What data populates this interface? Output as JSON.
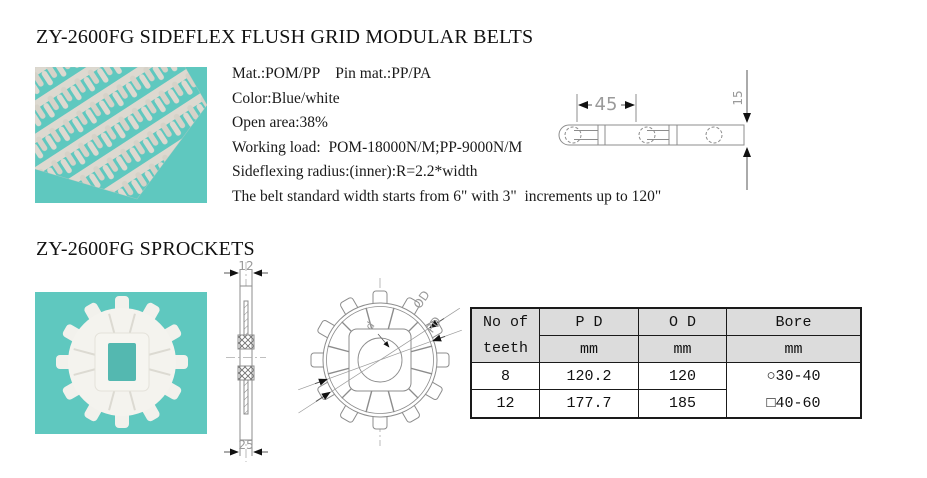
{
  "colors": {
    "page_bg": "#ffffff",
    "teal": "#5fc8bf",
    "table_header_bg": "#dcdcdc",
    "drawing_line": "#8c8c8c",
    "text": "#1a1a1a"
  },
  "belts": {
    "title": "ZY-2600FG SIDEFLEX FLUSH GRID MODULAR BELTS",
    "specs": [
      "Mat.:POM/PP    Pin mat.:PP/PA",
      "Color:Blue/white",
      "Open area:38%",
      "Working load:  POM-18000N/M;PP-9000N/M",
      "Sideflexing radius:(inner):R=2.2*width",
      "The belt standard width starts from 6\" with 3\"  increments up to 120\""
    ],
    "drawing": {
      "pitch_dim": "45",
      "thickness_dim": "15"
    }
  },
  "sprockets": {
    "title": "ZY-2600FG SPROCKETS",
    "side_drawing": {
      "top_dim": "12",
      "bottom_dim": "25"
    },
    "front_drawing": {
      "od_label": "OD",
      "pd_label": "PD",
      "bore_label": "d"
    },
    "table": {
      "col1_line1": "No of",
      "col1_line2": "teeth",
      "pd_header": "P D",
      "od_header": "O D",
      "bore_header": "Bore",
      "pd_unit": "mm",
      "od_unit": "mm",
      "bore_unit": "mm",
      "rows": [
        {
          "teeth": "8",
          "pd": "120.2",
          "od": "120"
        },
        {
          "teeth": "12",
          "pd": "177.7",
          "od": "185"
        }
      ],
      "bore_options": [
        "○30-40",
        "□40-60"
      ]
    }
  }
}
